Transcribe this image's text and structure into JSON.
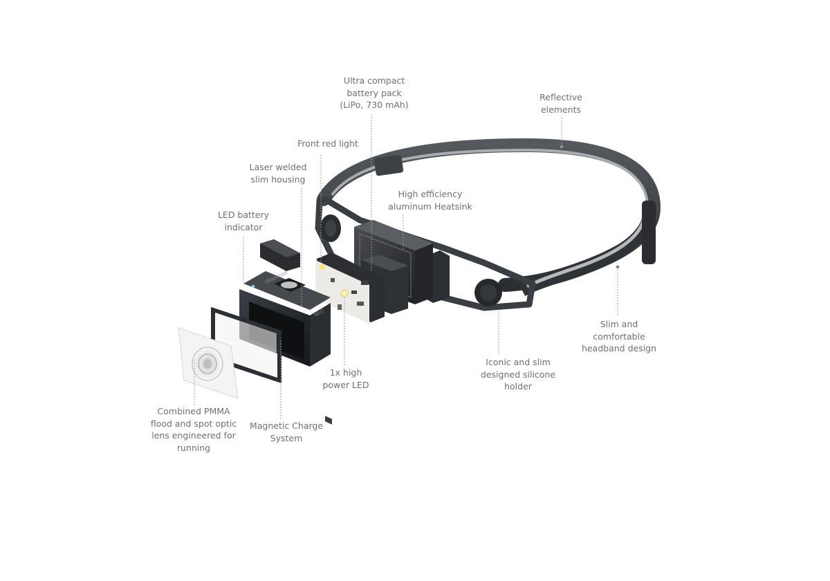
{
  "labels": {
    "battery_pack": [
      "Ultra compact",
      "battery pack",
      "(LiPo, 730 mAh)"
    ],
    "reflective": [
      "Reflective",
      "elements"
    ],
    "front_red": [
      "Front red light"
    ],
    "laser_housing": [
      "Laser welded",
      "slim housing"
    ],
    "heatsink": [
      "High efficiency",
      "aluminum Heatsink"
    ],
    "led_indicator": [
      "LED battery",
      "indicator"
    ],
    "slim_headband": [
      "Slim and",
      "comfortable",
      "headband design"
    ],
    "silicone_holder": [
      "Iconic and slim",
      "designed silicone",
      "holder"
    ],
    "power_led": [
      "1x high",
      "power LED"
    ],
    "optic_lens": [
      "Combined PMMA",
      "flood and spot optic",
      "lens engineered for",
      "running"
    ],
    "magnetic_charge": [
      "Magnetic Charge",
      "System"
    ]
  },
  "housing_markings": {
    "brand": "LEDLENSER",
    "side": "NEO"
  },
  "colors": {
    "label_text": "#6f6f6f",
    "leader_line": "#9a9a9a",
    "band": "#3c3f44",
    "band_reflective": "#b9bcc0",
    "housing": "#1f2226",
    "board": "#e9e9e6"
  }
}
